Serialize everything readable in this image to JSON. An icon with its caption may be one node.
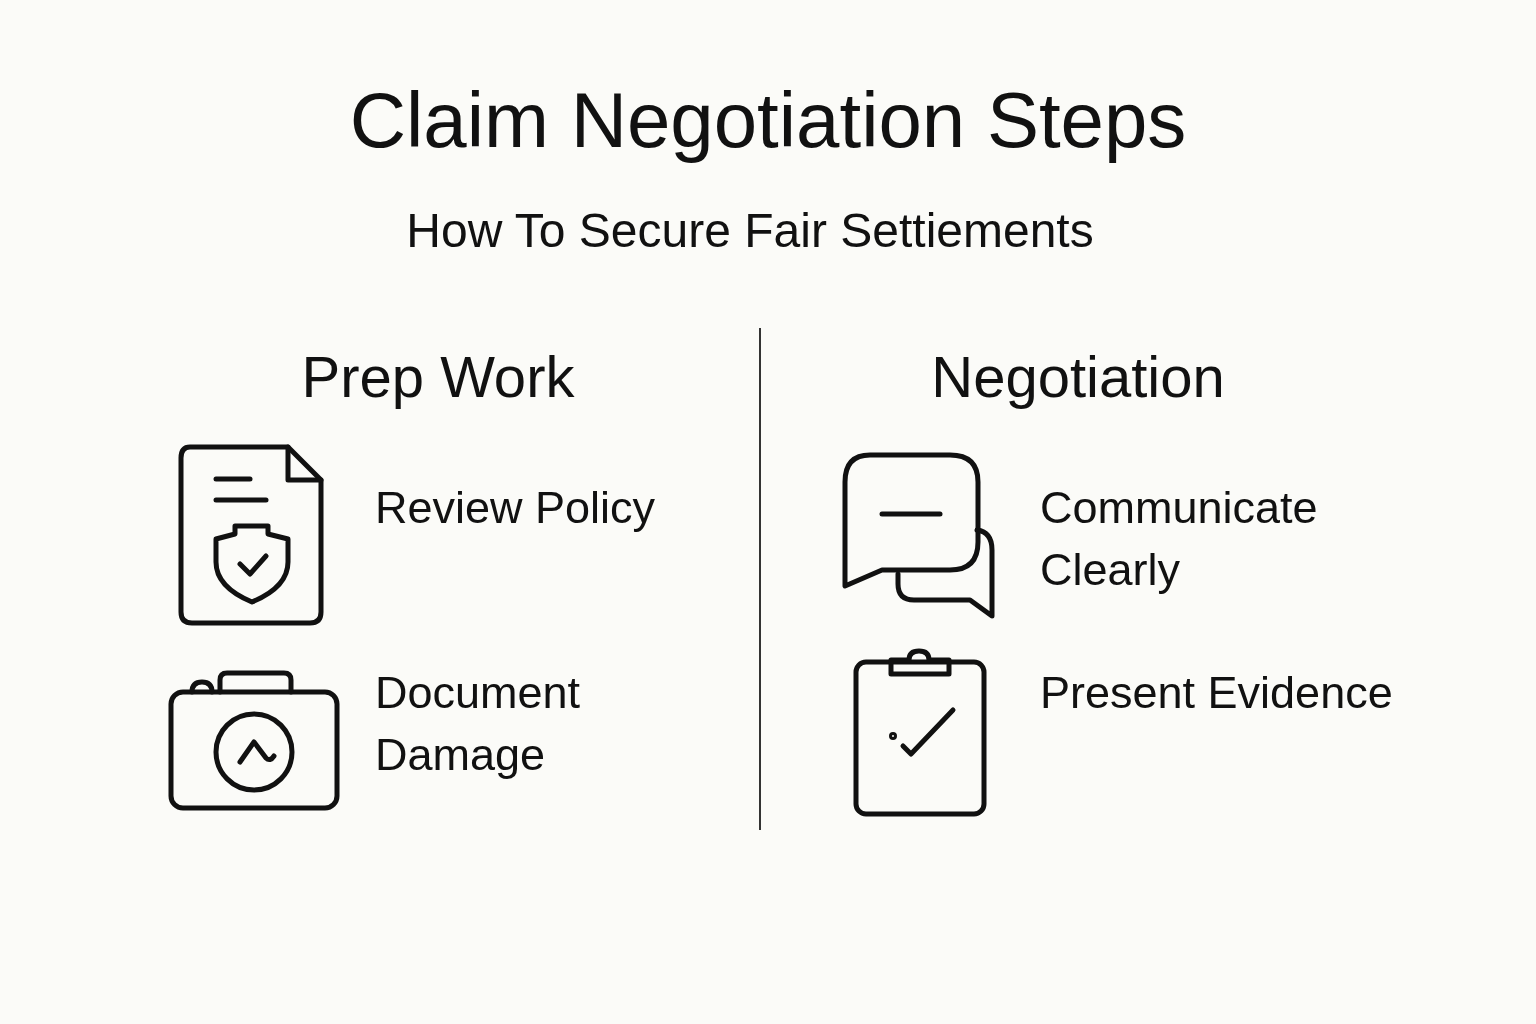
{
  "diagram": {
    "title": "Claim Negotiation Steps",
    "labels": [
      "How To Secure Fair Settiements",
      "Prep Work",
      "Negotiation",
      "Review Policy",
      "Document Damage",
      "Communicate Clearly",
      "Present Evidence"
    ]
  }
}
